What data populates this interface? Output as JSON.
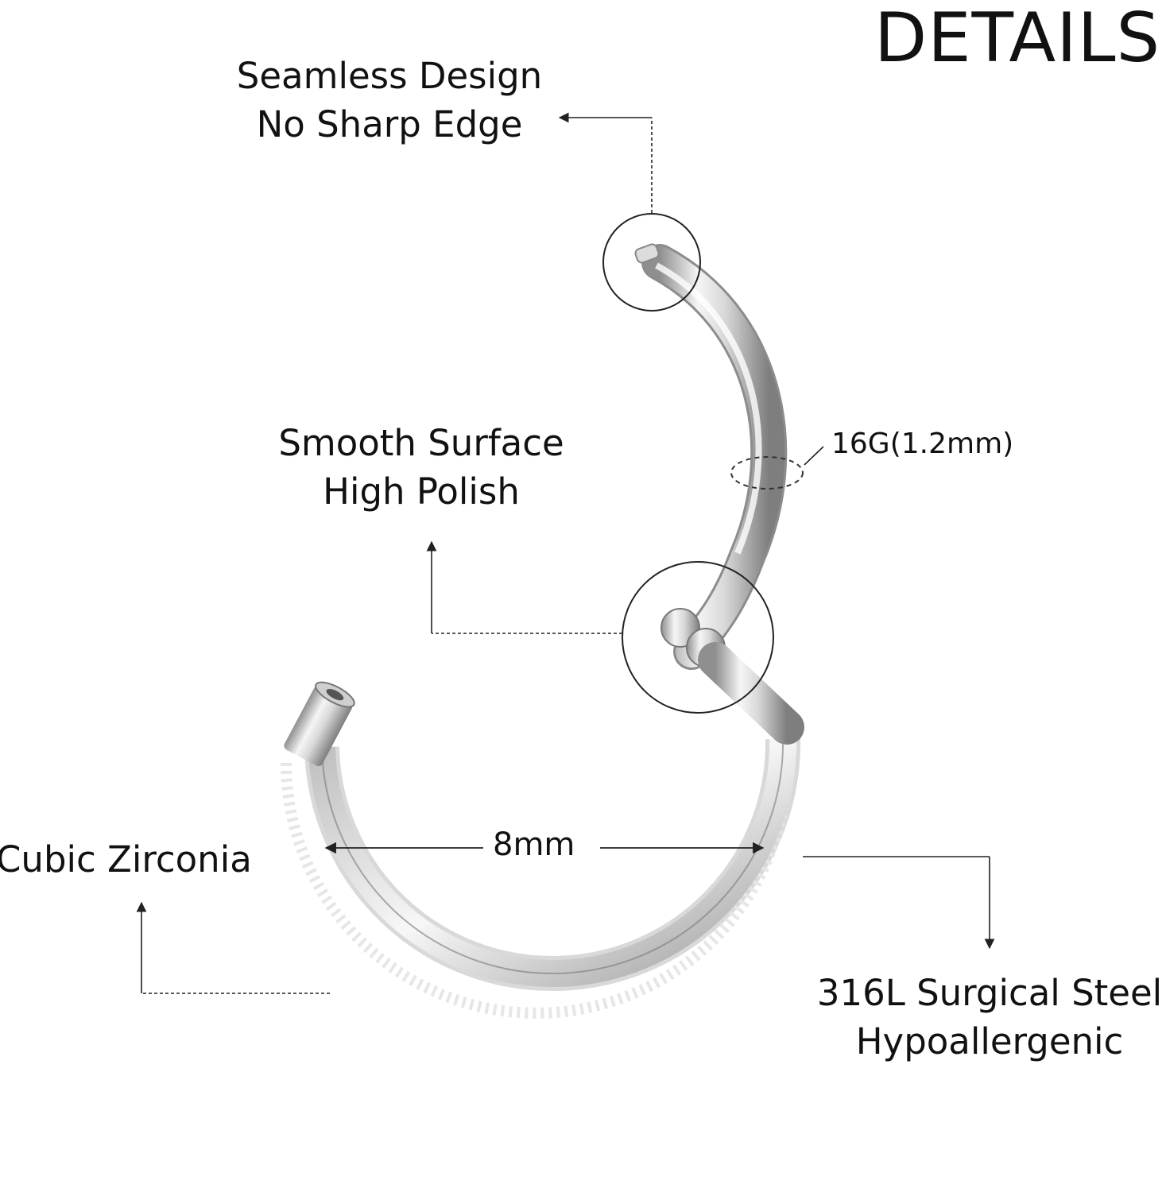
{
  "title": "DETAILS",
  "callouts": {
    "seamless": {
      "line1": "Seamless Design",
      "line2": "No Sharp Edge"
    },
    "smooth": {
      "line1": "Smooth Surface",
      "line2": "High Polish"
    },
    "zirconia": {
      "line1": "Cubic Zirconia"
    },
    "steel": {
      "line1": "316L Surgical Steel",
      "line2": "Hypoallergenic"
    }
  },
  "measurements": {
    "gauge": "16G(1.2mm)",
    "diameter": "8mm"
  },
  "colors": {
    "metal_light": "#f4f4f4",
    "metal_mid": "#c9c9c9",
    "metal_dark": "#8a8a8a",
    "line": "#222222"
  },
  "icons": [
    "hinged-ring-illustration",
    "detail-circle-tip",
    "detail-circle-hinge",
    "arrow-icon"
  ]
}
